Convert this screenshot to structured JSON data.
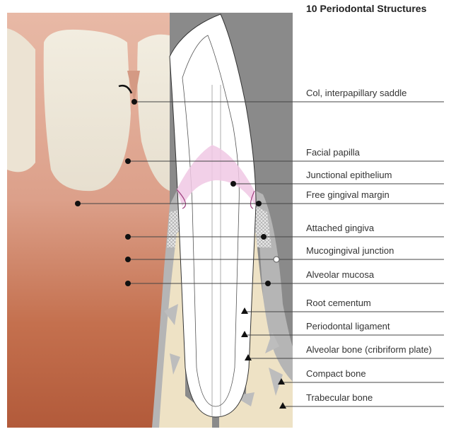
{
  "title": "10   Periodontal Structures",
  "labels": [
    "Col, interpapillary saddle",
    "Facial papilla",
    "Junctional epithelium",
    "Free gingival margin",
    "Attached gingiva",
    "Mucogingival junction",
    "Alveolar mucosa",
    "Root cementum",
    "Periodontal ligament",
    "Alveolar bone (cribriform plate)",
    "Compact bone",
    "Trabecular bone"
  ]
}
